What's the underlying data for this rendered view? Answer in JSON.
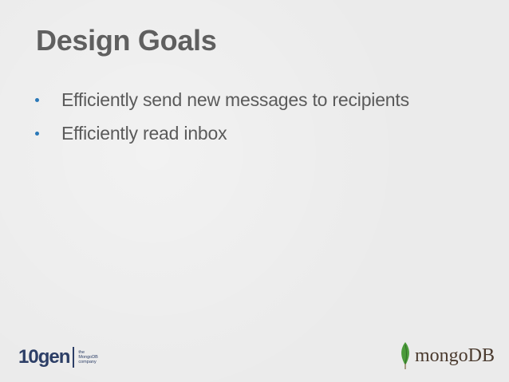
{
  "slide": {
    "title": "Design Goals",
    "bullets": [
      "Efficiently send new messages to recipients",
      "Efficiently read inbox"
    ]
  },
  "footer": {
    "left_logo": {
      "wordmark": "10gen",
      "tagline_lines": [
        "the",
        "MongoDB",
        "company"
      ]
    },
    "right_logo": {
      "icon": "leaf-icon",
      "wordmark": "mongoDB"
    }
  },
  "colors": {
    "background": "#ebebeb",
    "title": "#5f5f5f",
    "bullet_dot": "#2a78b8",
    "body_text": "#5a5a5a",
    "tengen_blue": "#2c3e66",
    "mongo_leaf": "#4a9a3a",
    "mongo_text": "#4a3a2e"
  }
}
